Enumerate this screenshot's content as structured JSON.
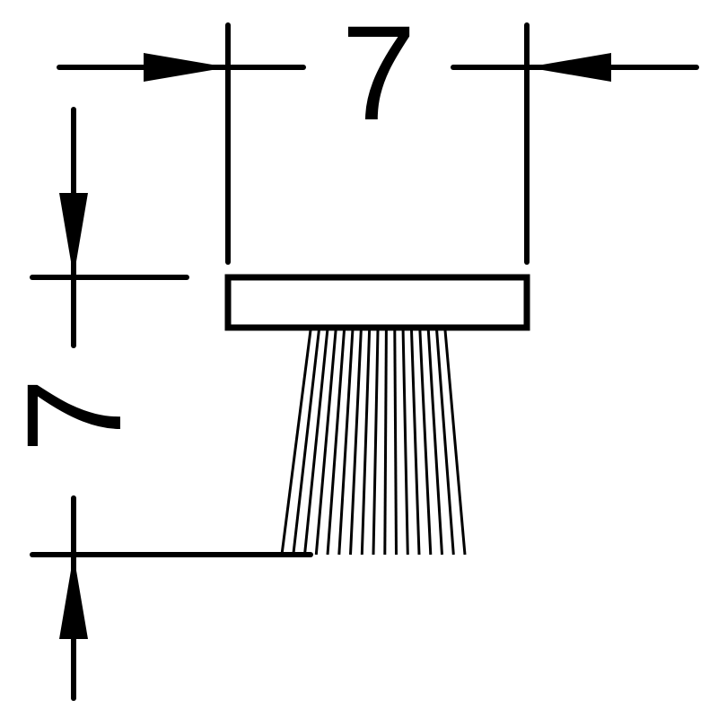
{
  "diagram": {
    "line_color": "#000000",
    "background_color": "#ffffff",
    "width_dimension": {
      "value_label": "7"
    },
    "height_dimension": {
      "value_label": "7"
    },
    "strip_brush": {
      "bristle_count": 17
    }
  }
}
